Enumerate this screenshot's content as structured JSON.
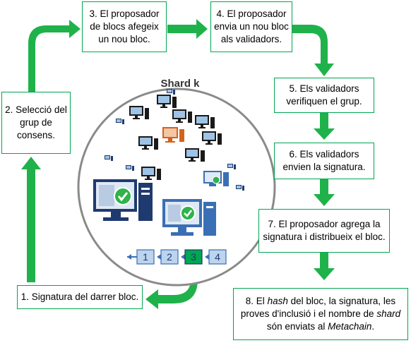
{
  "shard_title": "Shard k",
  "steps": [
    {
      "id": "1",
      "text": "1. Signatura del darrer bloc."
    },
    {
      "id": "2",
      "text": "2. Selecció del grup de consens."
    },
    {
      "id": "3",
      "text": "3. El proposador de blocs afegeix un nou bloc."
    },
    {
      "id": "4",
      "text": "4. El proposador envia un nou bloc als validadors."
    },
    {
      "id": "5",
      "text": "5. Els validadors verifiquen el grup."
    },
    {
      "id": "6",
      "text": "6. Els validadors envien la signatura."
    },
    {
      "id": "7",
      "text": "7. El proposador agrega la signatura i distribueix el bloc."
    },
    {
      "id": "8",
      "text_parts": [
        "8. El ",
        "hash",
        " del bloc, la signatura, les proves d'inclusió i el nombre de ",
        "shard",
        " són enviats al ",
        "Metachain",
        "."
      ]
    }
  ],
  "chain_blocks": [
    "1",
    "2",
    "3",
    "4"
  ],
  "colors": {
    "arrow": "#1fb24a",
    "box_border": "#00a651",
    "monitor_dark": "#1f3a6e",
    "monitor_blue": "#3a6fb5",
    "highlight": "#d4621c",
    "block_fill": "#bcd4ee",
    "block_active": "#00a651"
  }
}
